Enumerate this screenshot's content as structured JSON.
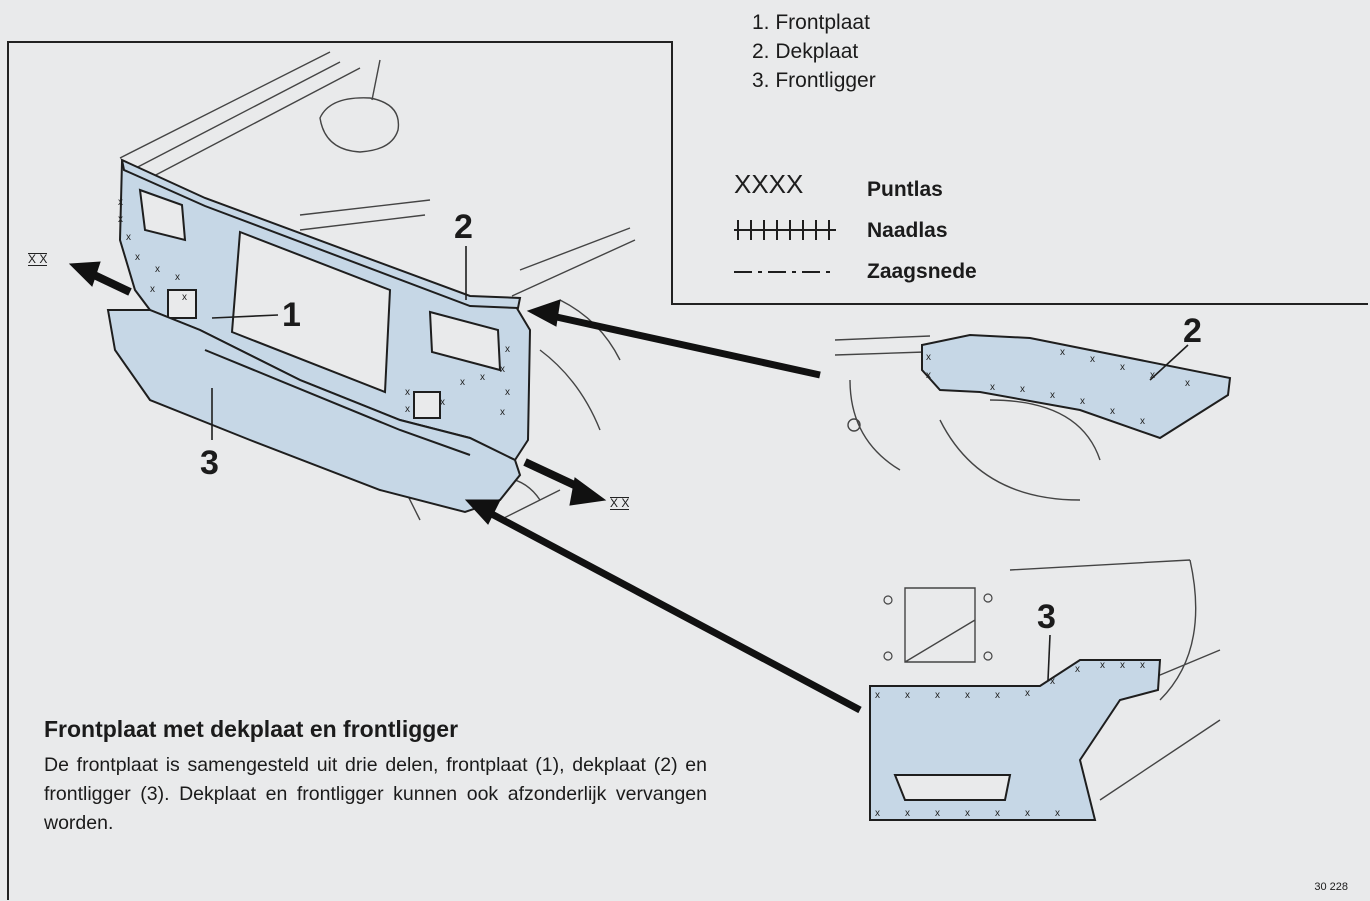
{
  "legend_parts": [
    "1. Frontplaat",
    "2. Dekplaat",
    "3. Frontligger"
  ],
  "weld_legend": [
    {
      "symbol": "XXXX",
      "label": "Puntlas"
    },
    {
      "symbol": "naad",
      "label": "Naadlas"
    },
    {
      "symbol": "streep-punt",
      "label": "Zaagsnede"
    }
  ],
  "main_labels": {
    "p1": "1",
    "p2": "2",
    "p3": "3"
  },
  "detail_labels": {
    "top": "2",
    "bottom": "3"
  },
  "small_weld_marks": [
    "X X",
    "X X"
  ],
  "caption": {
    "title": "Frontplaat met dekplaat en frontligger",
    "body": "De frontplaat is samengesteld uit drie delen, frontplaat (1), dekplaat (2) en frontligger (3). Dekplaat en frontligger kunnen ook afzonderlijk vervangen worden."
  },
  "figure_number": "30 228",
  "colors": {
    "part_fill": "#c6d7e6",
    "line": "#1e1e1e",
    "paper": "#e9eaeb"
  }
}
